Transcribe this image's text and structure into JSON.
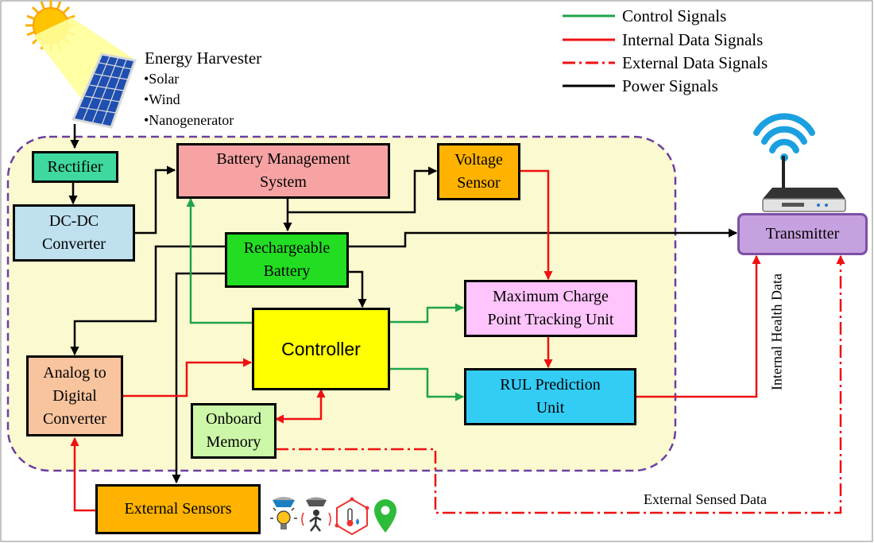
{
  "legend": {
    "control": "Control Signals",
    "internal": "Internal Data Signals",
    "external": "External Data Signals",
    "power": "Power Signals"
  },
  "colors": {
    "control": "#1fa34a",
    "internal": "#ee1111",
    "power": "#000000",
    "boundary": "#6b3fa0",
    "boundary_fill": "#fbf9cf",
    "rectifier": "#3fd9a0",
    "dcdc": "#bfe0ee",
    "bms": "#f7a3a3",
    "voltage_sensor": "#ffb300",
    "battery": "#22dd22",
    "controller": "#ffff00",
    "mcpt": "#ffc4fb",
    "rul": "#33ccf5",
    "adc": "#f8c49e",
    "memory": "#ccf7a8",
    "sensors": "#ffb300",
    "transmitter": "#c6a1df"
  },
  "harvester": {
    "title": "Energy Harvester",
    "items": [
      "•Solar",
      "•Wind",
      "•Nanogenerator"
    ]
  },
  "blocks": {
    "rectifier": "Rectifier",
    "dcdc": "DC-DC\nConverter",
    "bms": "Battery Management\nSystem",
    "voltage_sensor": "Voltage\nSensor",
    "battery": "Rechargeable\nBattery",
    "controller": "Controller",
    "mcpt": "Maximum Charge\nPoint Tracking Unit",
    "rul": "RUL Prediction\nUnit",
    "adc": "Analog to\nDigital\nConverter",
    "memory": "Onboard\nMemory",
    "sensors": "External Sensors",
    "transmitter": "Transmitter"
  },
  "labels": {
    "internal_health": "Internal Health Data",
    "external_sensed": "External Sensed Data"
  },
  "icons": [
    "sun-icon",
    "solar-panel-icon",
    "wifi-router-icon",
    "light-sensor-icon",
    "motion-sensor-icon",
    "temperature-sensor-icon",
    "gps-location-icon"
  ]
}
